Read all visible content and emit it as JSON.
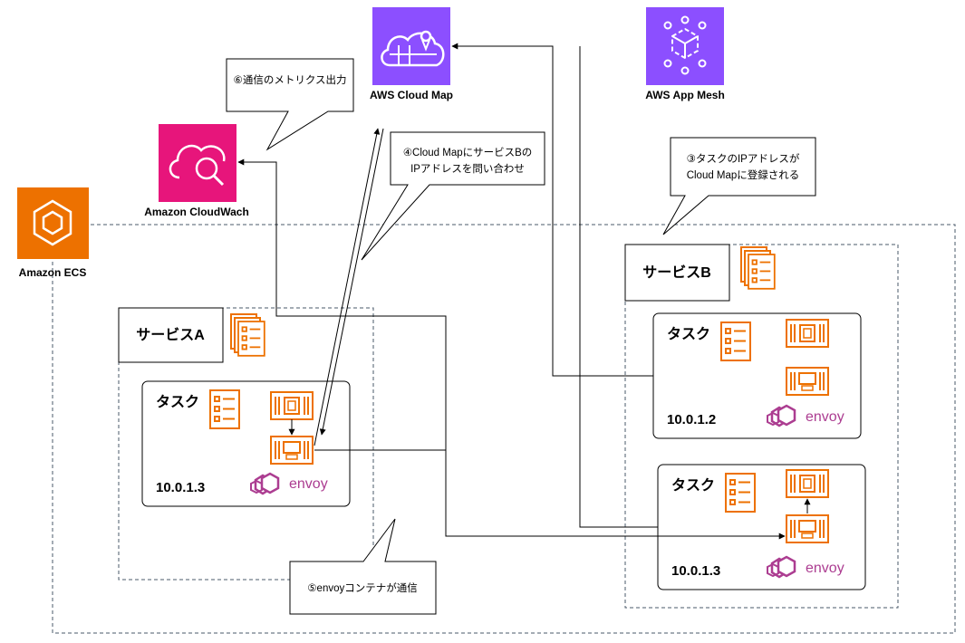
{
  "services": {
    "cloud_map": {
      "label": "AWS Cloud Map",
      "color": "#8C4FFF"
    },
    "app_mesh": {
      "label": "AWS App Mesh",
      "color": "#8C4FFF"
    },
    "cloudwatch": {
      "label": "Amazon CloudWach",
      "color": "#E7157B"
    },
    "ecs": {
      "label": "Amazon ECS",
      "color": "#ED7100"
    }
  },
  "service_a": {
    "title": "サービスA",
    "task": {
      "title": "タスク",
      "ip": "10.0.1.3",
      "envoy": "envoy"
    }
  },
  "service_b": {
    "title": "サービスB",
    "tasks": [
      {
        "title": "タスク",
        "ip": "10.0.1.2",
        "envoy": "envoy"
      },
      {
        "title": "タスク",
        "ip": "10.0.1.3",
        "envoy": "envoy"
      }
    ]
  },
  "callouts": {
    "step3": [
      "③タスクのIPアドレスが",
      "Cloud Mapに登録される"
    ],
    "step4": [
      "④Cloud MapにサービスBの",
      "IPアドレスを問い合わせ"
    ],
    "step5": [
      "⑤envoyコンテナが通信"
    ],
    "step6": [
      "⑥通信のメトリクス出力"
    ]
  },
  "colors": {
    "orange": "#ED7100",
    "envoy": "#AC3D91",
    "dash": "#4A5A6A"
  }
}
